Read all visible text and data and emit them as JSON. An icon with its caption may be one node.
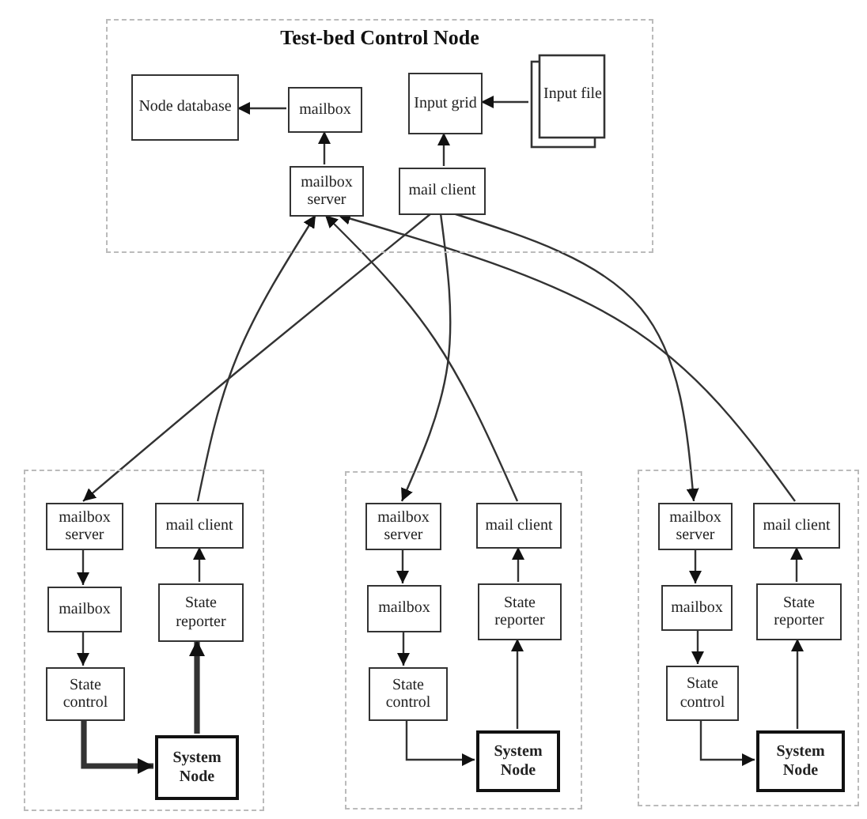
{
  "diagram": {
    "nodes": [
      {
        "text": [
          "Test-bed Control Node"
        ]
      },
      {
        "text": [
          "Node database"
        ],
        "in": 0
      },
      {
        "text": [
          "mailbox"
        ],
        "in": 0
      },
      {
        "text": [
          "Input grid"
        ],
        "in": 0
      },
      {
        "text": [
          "Input file"
        ],
        "in": 0
      },
      {
        "text": [
          "mailbox server"
        ],
        "in": 0
      },
      {
        "text": [
          "mail client"
        ],
        "in": 0
      },
      {
        "text": [],
        "shape": "box"
      },
      {
        "text": [
          "mailbox server"
        ],
        "in": 7
      },
      {
        "text": [
          "mail client"
        ],
        "in": 7
      },
      {
        "text": [
          "mailbox"
        ],
        "in": 7
      },
      {
        "text": [
          "State reporter"
        ],
        "in": 7
      },
      {
        "text": [
          "State control"
        ],
        "in": 7
      },
      {
        "text": [
          "System Node"
        ],
        "in": 7
      },
      {
        "text": [],
        "shape": "box"
      },
      {
        "text": [
          "mailbox server"
        ],
        "in": 14
      },
      {
        "text": [
          "mail client"
        ],
        "in": 14
      },
      {
        "text": [
          "mailbox"
        ],
        "in": 14
      },
      {
        "text": [
          "State reporter"
        ],
        "in": 14
      },
      {
        "text": [
          "State control"
        ],
        "in": 14
      },
      {
        "text": [
          "System Node"
        ],
        "in": 14
      },
      {
        "text": [],
        "shape": "box"
      },
      {
        "text": [
          "mailbox server"
        ],
        "in": 21
      },
      {
        "text": [
          "mail client"
        ],
        "in": 21
      },
      {
        "text": [
          "mailbox"
        ],
        "in": 21
      },
      {
        "text": [
          "State reporter"
        ],
        "in": 21
      },
      {
        "text": [
          "State control"
        ],
        "in": 21
      },
      {
        "text": [
          "System Node"
        ],
        "in": 21
      }
    ],
    "edges": [
      {
        "from": 2,
        "to": 1,
        "arrow": "to"
      },
      {
        "from": 5,
        "to": 2,
        "arrow": "to"
      },
      {
        "from": 4,
        "to": 3,
        "arrow": "to"
      },
      {
        "from": 6,
        "to": 3,
        "arrow": "to"
      },
      {
        "from": 6,
        "to": 8,
        "arrow": "to"
      },
      {
        "from": 6,
        "to": 15,
        "arrow": "to"
      },
      {
        "from": 6,
        "to": 22,
        "arrow": "to"
      },
      {
        "from": 9,
        "to": 5,
        "arrow": "to"
      },
      {
        "from": 16,
        "to": 5,
        "arrow": "to"
      },
      {
        "from": 23,
        "to": 5,
        "arrow": "to"
      },
      {
        "from": 8,
        "to": 10,
        "arrow": "to"
      },
      {
        "from": 10,
        "to": 12,
        "arrow": "to"
      },
      {
        "from": 12,
        "to": 13,
        "arrow": "to",
        "style": "thick"
      },
      {
        "from": 13,
        "to": 11,
        "arrow": "to",
        "style": "thick"
      },
      {
        "from": 11,
        "to": 9,
        "arrow": "to"
      },
      {
        "from": 15,
        "to": 17,
        "arrow": "to"
      },
      {
        "from": 17,
        "to": 19,
        "arrow": "to"
      },
      {
        "from": 19,
        "to": 20,
        "arrow": "to"
      },
      {
        "from": 20,
        "to": 18,
        "arrow": "to"
      },
      {
        "from": 18,
        "to": 16,
        "arrow": "to"
      },
      {
        "from": 22,
        "to": 24,
        "arrow": "to"
      },
      {
        "from": 24,
        "to": 26,
        "arrow": "to"
      },
      {
        "from": 26,
        "to": 27,
        "arrow": "to"
      },
      {
        "from": 27,
        "to": 25,
        "arrow": "to"
      },
      {
        "from": 25,
        "to": 23,
        "arrow": "to"
      }
    ]
  }
}
